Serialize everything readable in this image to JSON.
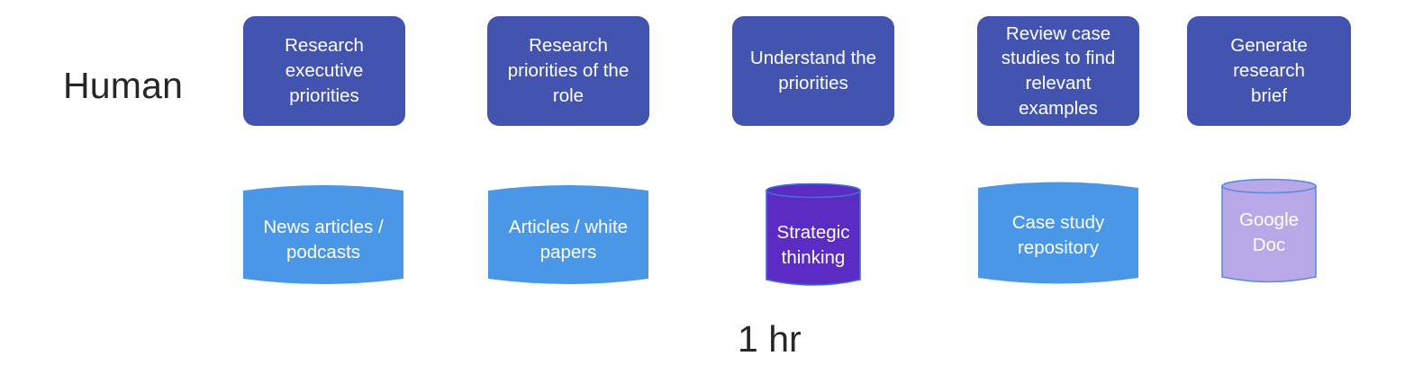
{
  "diagram": {
    "background_color": "#ffffff",
    "row_label": "Human",
    "duration_caption": "1 hr",
    "colors": {
      "task_card": "#4253b0",
      "task_card_text": "#ffffff",
      "store_blue": "#4a97e8",
      "store_purple": "#5b2bc4",
      "store_lavender": "#b9a8e8",
      "store_edge_stroke": "#4a7fe0",
      "label_text": "#262626"
    },
    "tasks": [
      {
        "label": "Research\nexecutive\npriorities"
      },
      {
        "label": "Research\npriorities of the\nrole"
      },
      {
        "label": "Understand the\npriorities"
      },
      {
        "label": "Review case\nstudies to find\nrelevant examples"
      },
      {
        "label": "Generate research\nbrief"
      }
    ],
    "stores": [
      {
        "label": "News articles /\npodcasts",
        "shape": "barrel",
        "color": "#4a97e8"
      },
      {
        "label": "Articles / white\npapers",
        "shape": "barrel",
        "color": "#4a97e8"
      },
      {
        "label": "Strategic\nthinking",
        "shape": "cylinder",
        "color": "#5b2bc4"
      },
      {
        "label": "Case study\nrepository",
        "shape": "barrel",
        "color": "#4a97e8"
      },
      {
        "label": "Google\nDoc",
        "shape": "cylinder",
        "color": "#b9a8e8"
      }
    ]
  }
}
